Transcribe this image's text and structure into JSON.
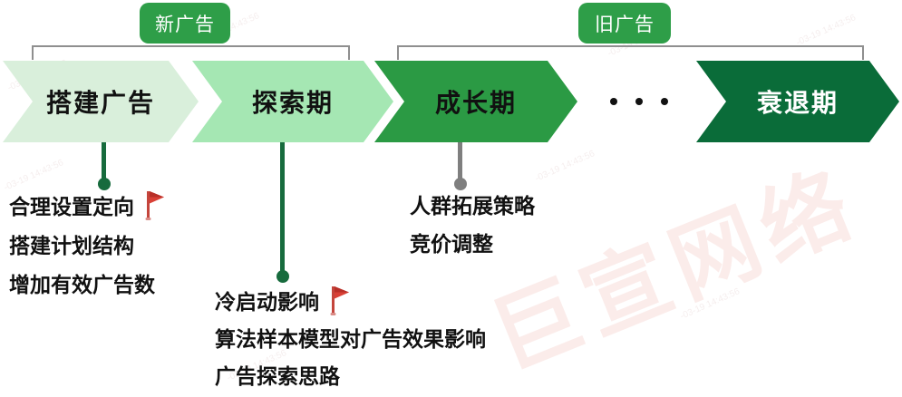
{
  "group_brackets": [
    {
      "label": "新广告"
    },
    {
      "label": "旧广告"
    }
  ],
  "stages": [
    {
      "label": "搭建广告"
    },
    {
      "label": "探索期"
    },
    {
      "label": "成长期"
    },
    {
      "label": "衰退期"
    }
  ],
  "annotations": [
    {
      "lines": [
        {
          "text": "合理设置定向",
          "flag": true
        },
        {
          "text": "搭建计划结构",
          "flag": false
        },
        {
          "text": "增加有效广告数",
          "flag": false
        }
      ]
    },
    {
      "lines": [
        {
          "text": "冷启动影响",
          "flag": true
        },
        {
          "text": "算法样本模型对广告效果影响",
          "flag": false
        },
        {
          "text": "广告探索思路",
          "flag": false
        }
      ]
    },
    {
      "lines": [
        {
          "text": "人群拓展策略",
          "flag": false
        },
        {
          "text": "竞价调整",
          "flag": false
        }
      ]
    }
  ],
  "watermark": {
    "text": "巨宣网络",
    "faint_mark": "-03-19 14:43:56"
  },
  "colors": {
    "stage_fills": [
      "#d9efdb",
      "#a5e7b3",
      "#2b9a44",
      "#0a6c39"
    ],
    "stage_text_dark": "#111111",
    "stage_text_light": "#ffffff",
    "group_label_bg": "#2e9e48",
    "bracket_gray": "#8f8f8f",
    "connector_green": "#176b3d",
    "connector_gray": "#7f7f7f",
    "flag_red": "#d94036",
    "watermark_pink": "#fbecea"
  }
}
